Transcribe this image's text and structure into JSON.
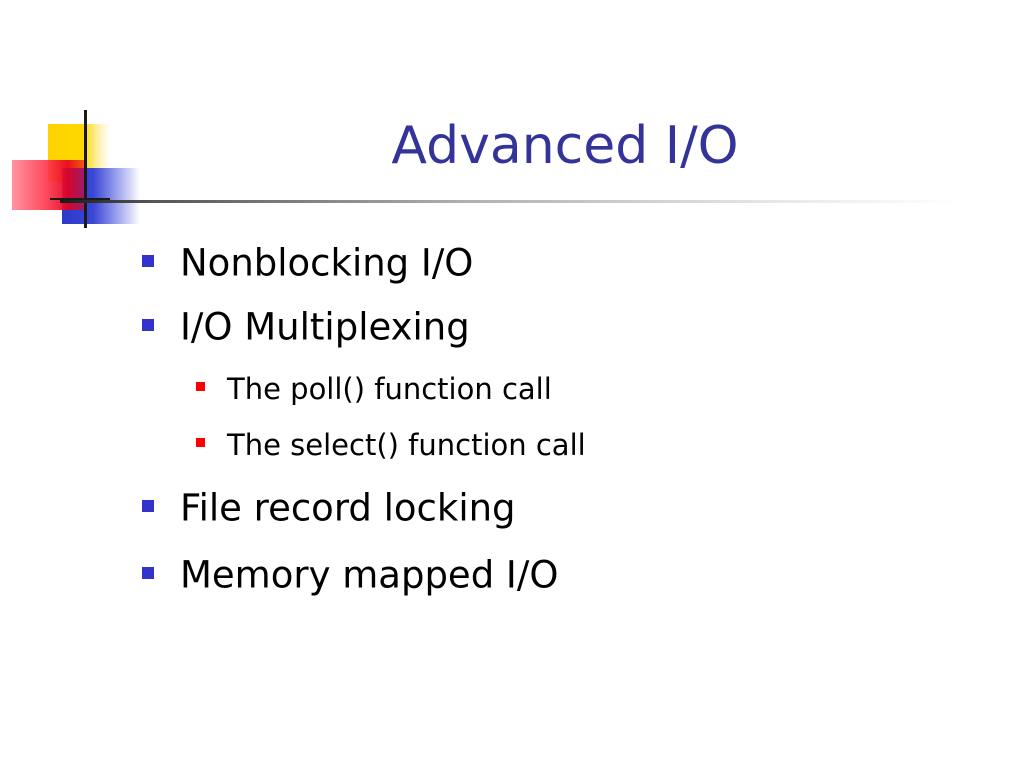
{
  "slide": {
    "title": "Advanced I/O",
    "bullets": [
      {
        "level": 1,
        "text": "Nonblocking I/O"
      },
      {
        "level": 1,
        "text": "I/O Multiplexing"
      },
      {
        "level": 2,
        "text": "The poll() function call"
      },
      {
        "level": 2,
        "text": "The select() function call"
      },
      {
        "level": 1,
        "text": "File record locking"
      },
      {
        "level": 1,
        "text": "Memory mapped I/O"
      }
    ]
  },
  "colors": {
    "title": "#333399",
    "level1_bullet": "#3333cc",
    "level2_bullet": "#ff0000",
    "body_text": "#000000",
    "background": "#ffffff"
  },
  "icons": {
    "corner_logo": "colored-squares-crosshair-icon",
    "level1_marker": "blue-square-bullet-icon",
    "level2_marker": "red-square-bullet-icon"
  }
}
